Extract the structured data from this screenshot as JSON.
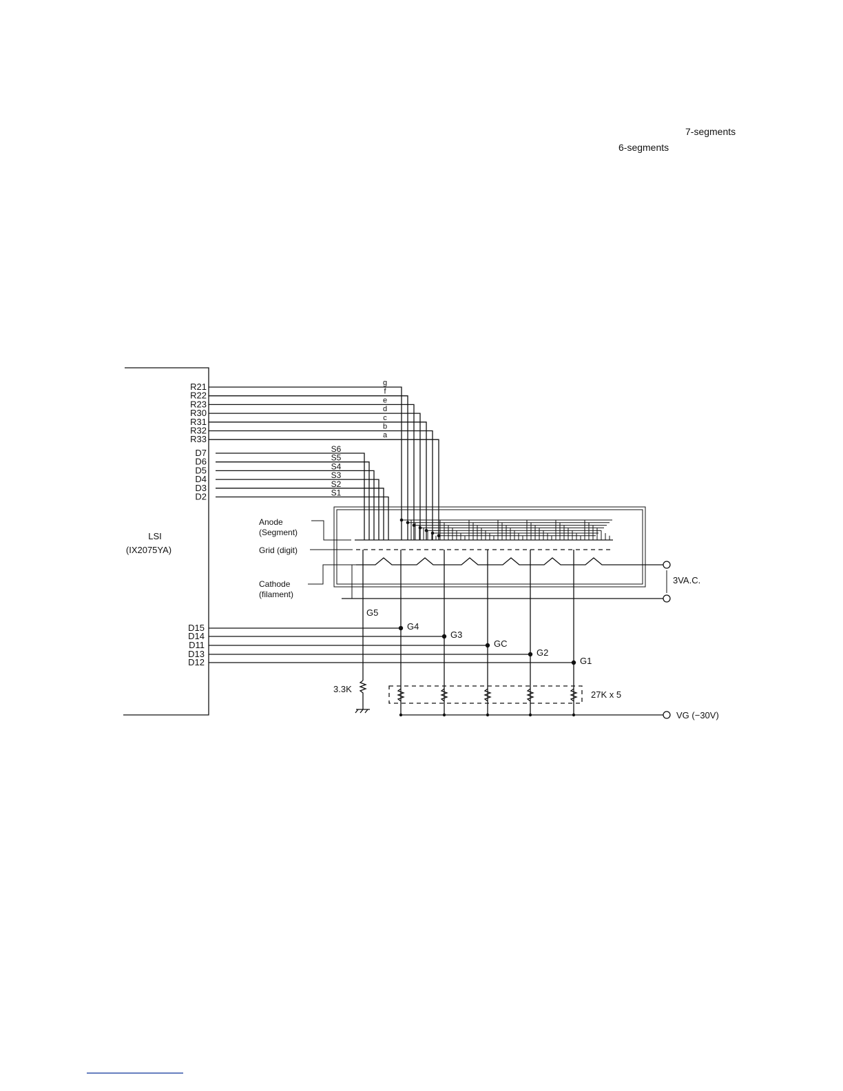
{
  "header_notes": {
    "seven_segments": "7-segments",
    "six_segments": "6-segments"
  },
  "lsi": {
    "title": "LSI",
    "part": "(IX2075YA)"
  },
  "segment_pins": [
    "R21",
    "R22",
    "R23",
    "R30",
    "R31",
    "R32",
    "R33"
  ],
  "segment_names": [
    "g",
    "f",
    "e",
    "d",
    "c",
    "b",
    "a"
  ],
  "digit_pins": [
    "D7",
    "D6",
    "D5",
    "D4",
    "D3",
    "D2"
  ],
  "digit_names": [
    "S6",
    "S5",
    "S4",
    "S3",
    "S2",
    "S1"
  ],
  "tube": {
    "anode_label": "Anode",
    "anode_sub": "(Segment)",
    "grid_label": "Grid (digit)",
    "cathode_label": "Cathode",
    "cathode_sub": "(filament)"
  },
  "filament_supply": "3VA.C.",
  "grid_pins": [
    "D15",
    "D14",
    "D11",
    "D13",
    "D12"
  ],
  "grid_names": [
    "G5",
    "G4",
    "G3",
    "GC",
    "G2",
    "G1"
  ],
  "pulldown_resistor": "3.3K",
  "resistor_network": "27K x 5",
  "grid_supply": "VG (−30V)"
}
